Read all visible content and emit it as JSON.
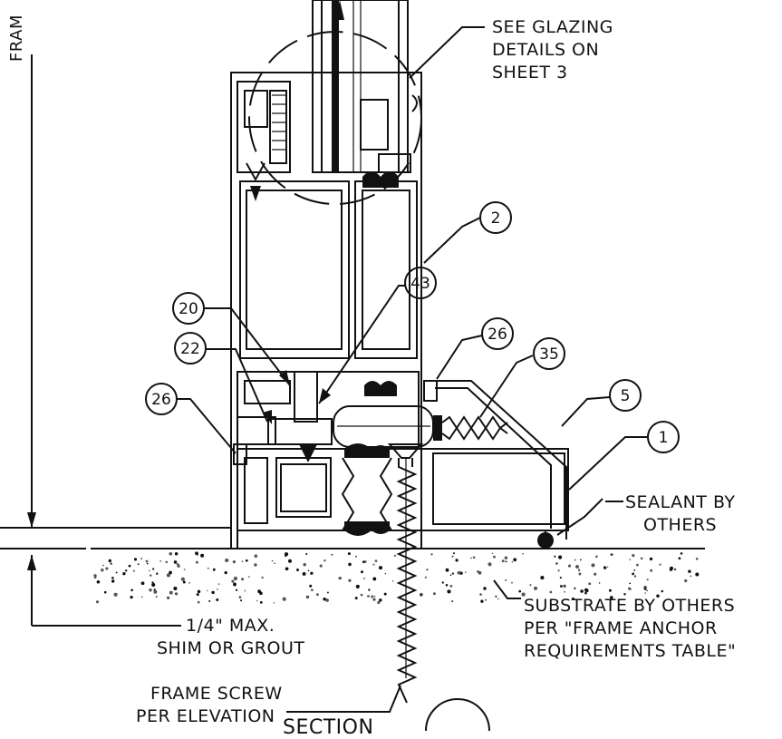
{
  "notes": {
    "glazing_1": "SEE GLAZING",
    "glazing_2": "DETAILS ON",
    "glazing_3": "SHEET 3",
    "frame_label": "FRAM",
    "sealant_1": "SEALANT BY",
    "sealant_2": "OTHERS",
    "shim_1": "1/4\" MAX.",
    "shim_2": "SHIM OR GROUT",
    "substrate_1": "SUBSTRATE BY OTHERS",
    "substrate_2": "PER \"FRAME ANCHOR",
    "substrate_3": "REQUIREMENTS TABLE\"",
    "screw_1": "FRAME SCREW",
    "screw_2": "PER ELEVATION",
    "section_title": "SECTION"
  },
  "tags": [
    {
      "id": "tag-2",
      "label": "2"
    },
    {
      "id": "tag-43",
      "label": "43"
    },
    {
      "id": "tag-20",
      "label": "20"
    },
    {
      "id": "tag-26-upper",
      "label": "26"
    },
    {
      "id": "tag-35",
      "label": "35"
    },
    {
      "id": "tag-22",
      "label": "22"
    },
    {
      "id": "tag-5",
      "label": "5"
    },
    {
      "id": "tag-26-lower",
      "label": "26"
    },
    {
      "id": "tag-1",
      "label": "1"
    }
  ]
}
